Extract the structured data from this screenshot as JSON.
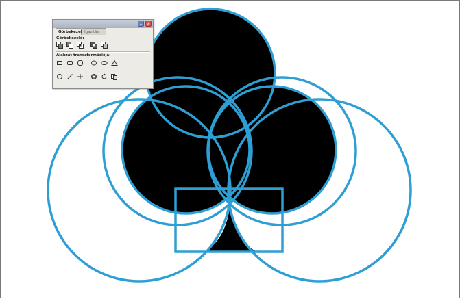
{
  "palette": {
    "tabs": [
      "Görbekezelő",
      "Igazítás"
    ],
    "sections": {
      "combine_label": "Görbekezelő:",
      "transform_label": "Alakzat transzformációja:"
    },
    "window_buttons": {
      "minimize": "–",
      "close": "×"
    },
    "combine_tools": [
      "unite-icon",
      "minus-front-icon",
      "intersect-icon",
      "exclude-icon",
      "divide-icon"
    ],
    "transform_row1": [
      "rectangle-icon",
      "rounded-rectangle-icon",
      "rounded-square-icon",
      "ellipse-icon",
      "ellipse-wide-icon",
      "triangle-icon"
    ],
    "transform_row2": [
      "circle-icon",
      "line-icon",
      "cross-icon",
      "polar-icon",
      "rotate-icon",
      "copy-icon"
    ]
  },
  "drawing": {
    "stroke_color": "#2e9fd4",
    "fill_color": "#000000",
    "background": "#ffffff",
    "frame_color": "#7a7a7a"
  }
}
